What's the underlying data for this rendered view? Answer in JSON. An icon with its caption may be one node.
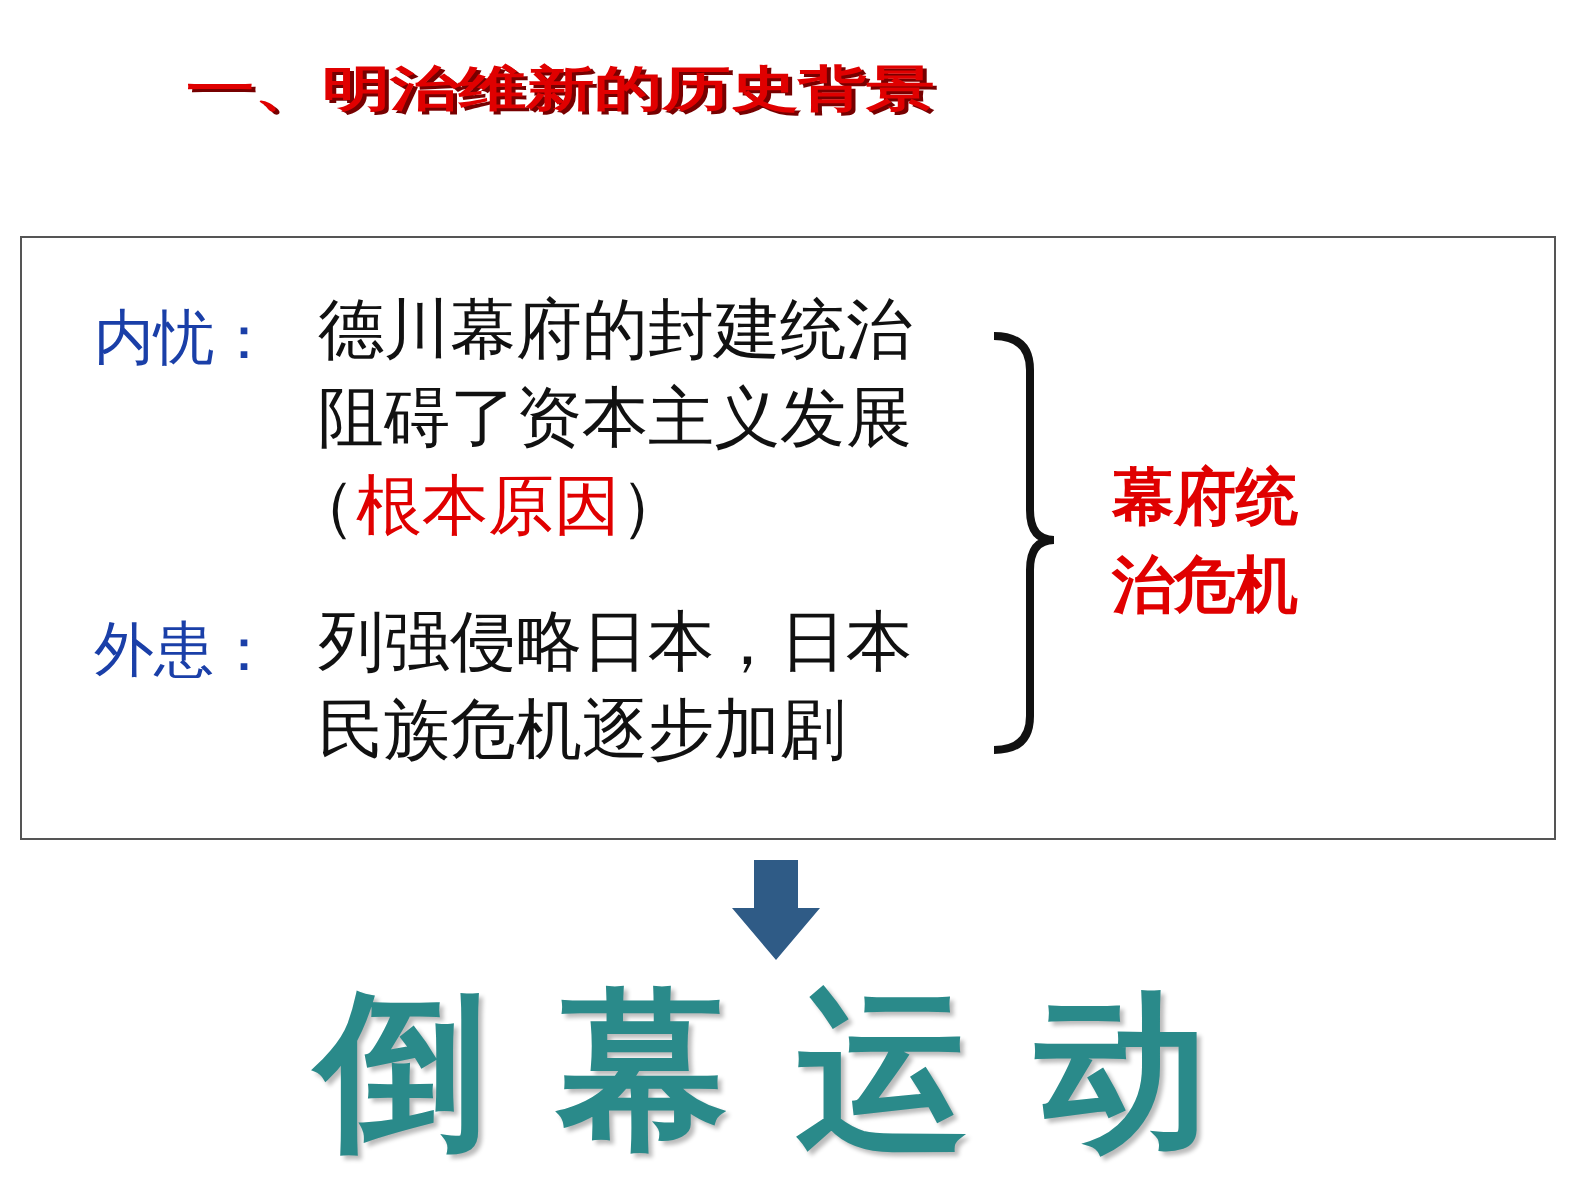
{
  "diagram": {
    "title": "一、明治维新的历史背景",
    "nodes": [
      {
        "text": [
          "内忧：",
          "德川幕府的封建统治阻碍了资本主义发展",
          "（*根本原因*）",
          "外患：",
          "列强侵略日本，日本民族危机逐步加剧",
          "幕府统治危机"
        ]
      },
      {
        "text": [
          "倒幕运动"
        ]
      }
    ],
    "edges": [
      {
        "from": 0,
        "to": 1,
        "arrow": "to"
      }
    ]
  }
}
